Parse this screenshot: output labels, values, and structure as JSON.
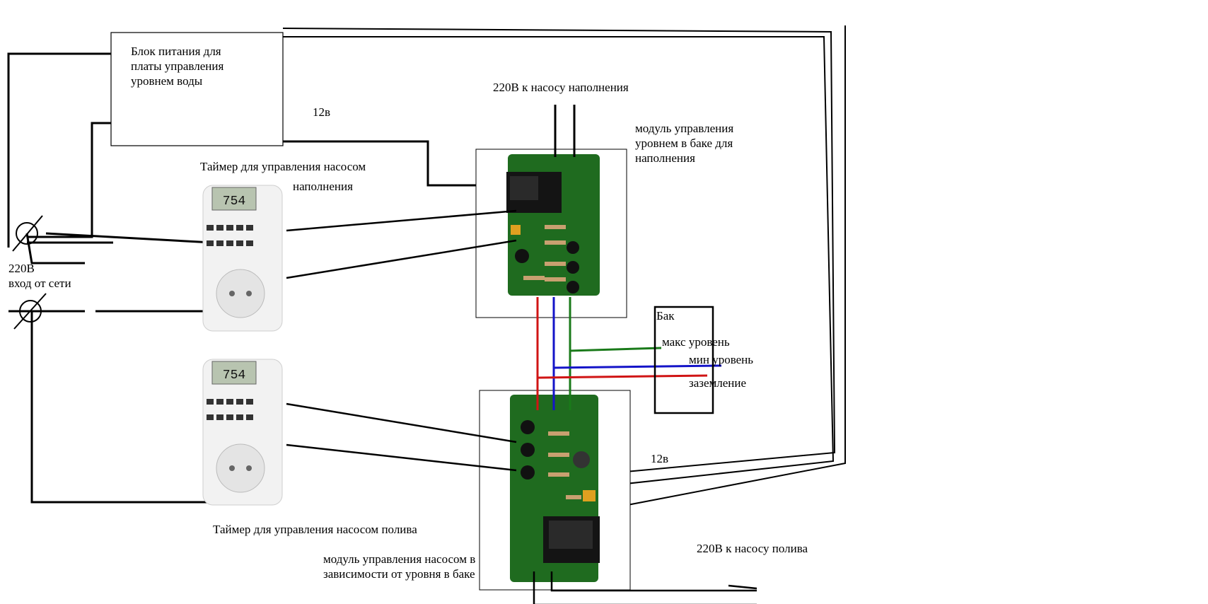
{
  "labels": {
    "power_supply": "Блок питания для\nплаты управления\nуровнем воды",
    "v12_top": "12в",
    "v220_fill_pump": "220В к насосу наполнения",
    "fill_module": "модуль управления\nуровнем в баке для\nнаполнения",
    "timer_fill_line1": "Таймер для управления насосом",
    "timer_fill_line2": "наполнения",
    "mains_in": "220В\n вход от сети",
    "tank": "Бак",
    "max_level": "макс уровень",
    "min_level": "мин уровень",
    "ground": "заземление",
    "v12_bottom": "12в",
    "timer_watering": "Таймер для управления насосом полива",
    "pump_module": "модуль управления насосом в\nзависимости от уровня в баке",
    "v220_watering_pump": "220В к насосу полива"
  },
  "timer_display": "754",
  "colors": {
    "wire": "#000000",
    "wire_max": "#1a7a1a",
    "wire_min": "#1414c8",
    "wire_ground": "#d01414",
    "pcb": "#1f6b1f",
    "relay": "#141414"
  }
}
